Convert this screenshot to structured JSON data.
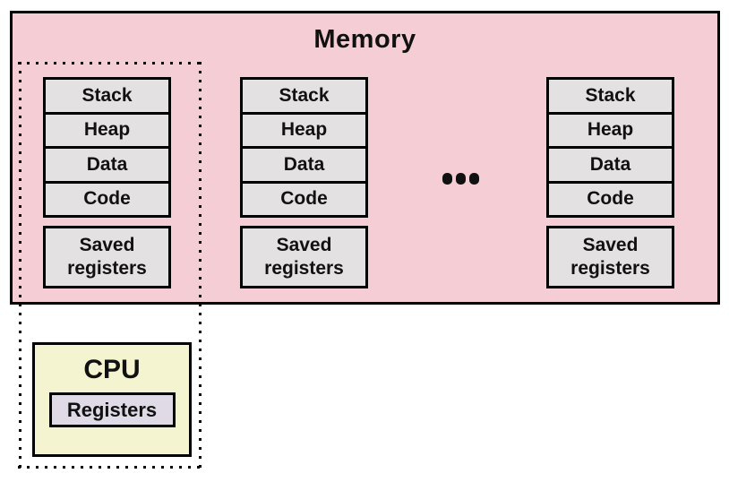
{
  "memory": {
    "title": "Memory",
    "processes": [
      {
        "segments": [
          "Stack",
          "Heap",
          "Data",
          "Code"
        ],
        "saved_registers": "Saved registers"
      },
      {
        "segments": [
          "Stack",
          "Heap",
          "Data",
          "Code"
        ],
        "saved_registers": "Saved registers"
      },
      {
        "segments": [
          "Stack",
          "Heap",
          "Data",
          "Code"
        ],
        "saved_registers": "Saved registers"
      }
    ],
    "ellipsis": "..."
  },
  "cpu": {
    "title": "CPU",
    "registers_label": "Registers"
  },
  "colors": {
    "memory_fill": "#f5ced5",
    "segment_fill": "#e3e1e1",
    "cpu_fill": "#f5f4d1",
    "registers_fill": "#dfdae6",
    "border": "#000000"
  }
}
